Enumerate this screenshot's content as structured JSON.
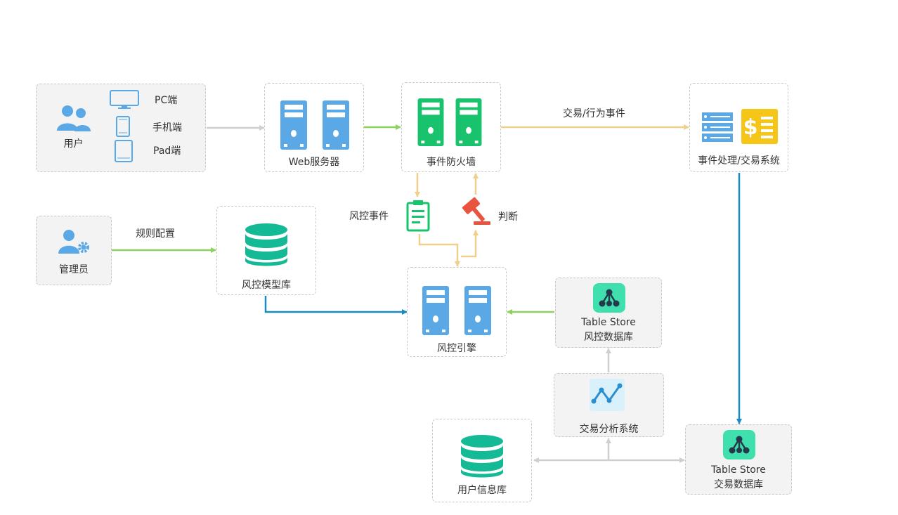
{
  "colors": {
    "server_blue": "#5aa9e6",
    "server_green": "#19c26d",
    "db_teal": "#14b995",
    "arrow_grey": "#cfcfcf",
    "arrow_green": "#8ed25e",
    "arrow_tan": "#f0cf8c",
    "arrow_blue": "#1a8bc2",
    "gavel_red": "#e8543f",
    "dollar_yellow": "#f5c518"
  },
  "nodes": {
    "user": {
      "label": "用户",
      "devices": [
        {
          "icon": "monitor-icon",
          "label": "PC端"
        },
        {
          "icon": "phone-icon",
          "label": "手机端"
        },
        {
          "icon": "tablet-icon",
          "label": "Pad端"
        }
      ]
    },
    "web_server": {
      "label": "Web服务器"
    },
    "firewall": {
      "label": "事件防火墙"
    },
    "event_processing": {
      "label": "事件处理/交易系统"
    },
    "admin": {
      "label": "管理员"
    },
    "risk_model_db": {
      "label": "风控模型库"
    },
    "risk_engine": {
      "label": "风控引擎"
    },
    "ts_risk_db": {
      "line1": "Table Store",
      "line2": "风控数据库"
    },
    "trade_analysis": {
      "label": "交易分析系统"
    },
    "user_info_db": {
      "label": "用户信息库"
    },
    "ts_trade_db": {
      "line1": "Table Store",
      "line2": "交易数据库"
    }
  },
  "edge_labels": {
    "trade_event": "交易/行为事件",
    "rule_config": "规则配置",
    "risk_event": "风控事件",
    "judge": "判断"
  }
}
